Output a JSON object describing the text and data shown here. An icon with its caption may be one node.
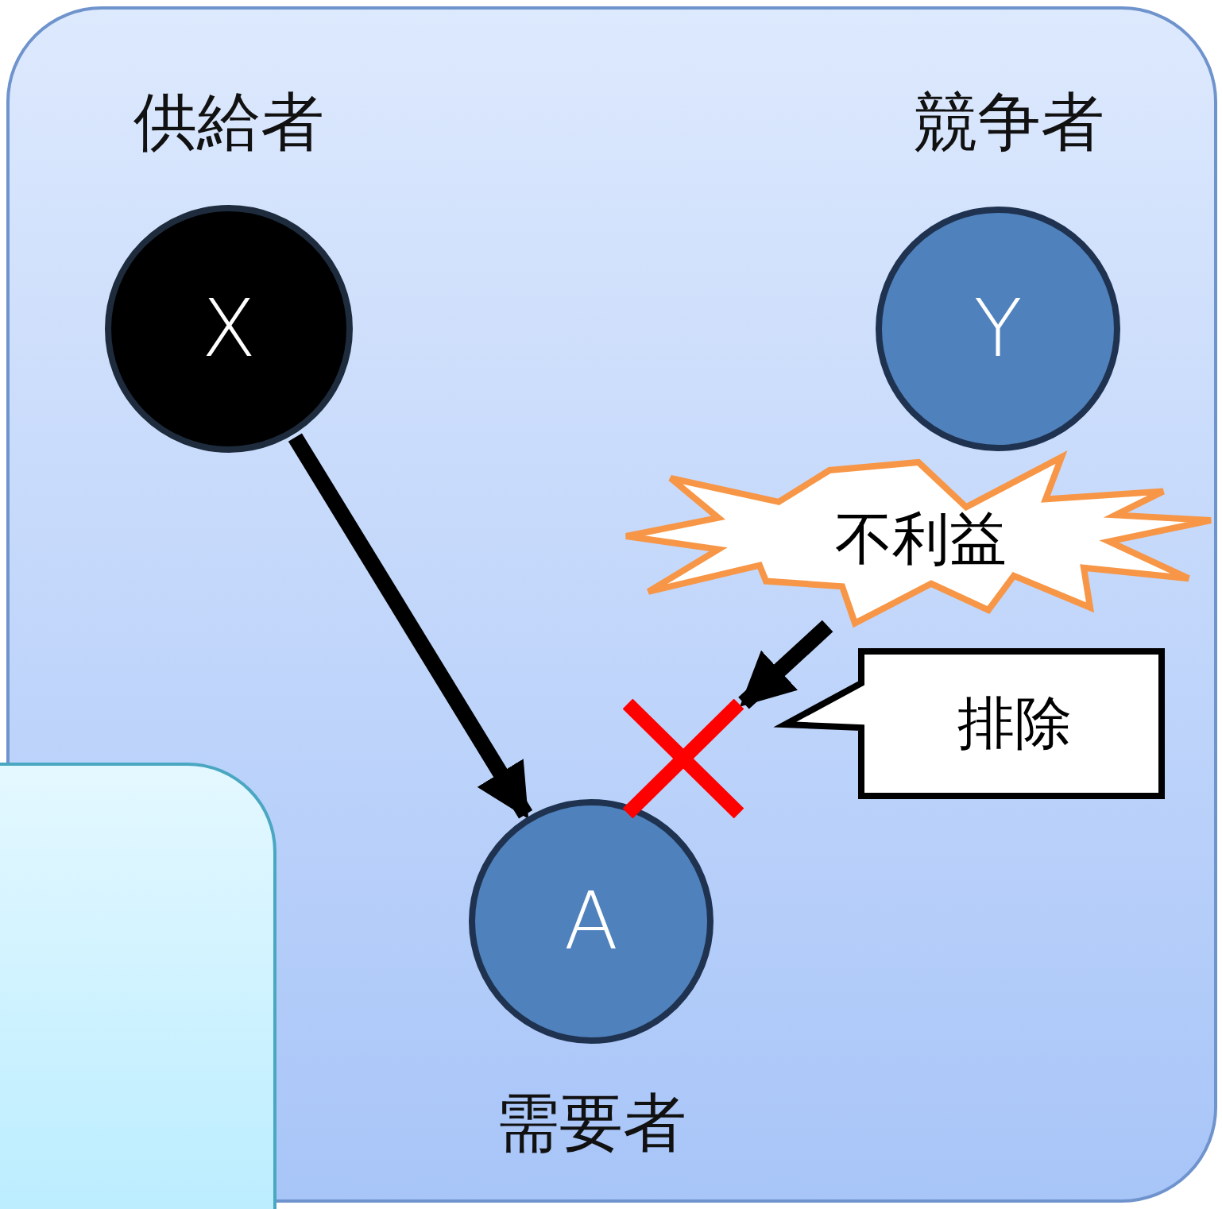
{
  "diagram": {
    "nodes": [
      {
        "text": [
          "X"
        ],
        "beside": [
          "供給者"
        ]
      },
      {
        "text": [
          "Y"
        ],
        "beside": [
          "競争者"
        ]
      },
      {
        "text": [
          "A"
        ],
        "beside": [
          "需要者"
        ]
      },
      {
        "text": [
          "不利益"
        ]
      },
      {
        "text": [
          "排除"
        ]
      },
      {
        "text": [],
        "shape": "cross"
      }
    ],
    "edges": [
      {
        "from": 0,
        "to": 2,
        "arrow": "to"
      },
      {
        "from": 3,
        "to": 5,
        "arrow": "to"
      }
    ]
  }
}
